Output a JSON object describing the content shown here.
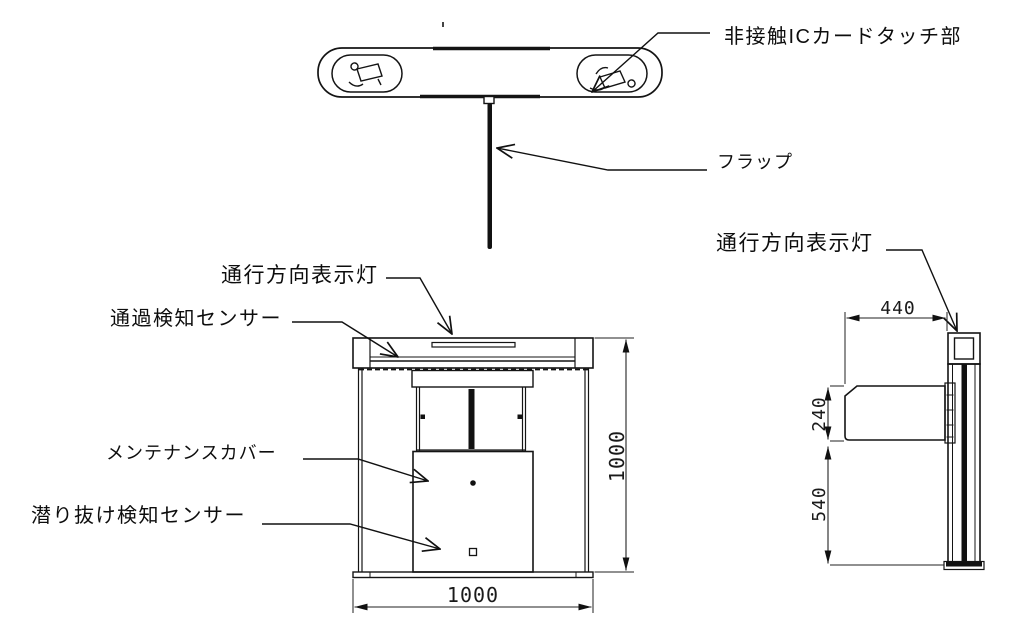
{
  "top_view": {
    "labels": {
      "ic_card_touch": "非接触ICカードタッチ部",
      "flap": "フラップ"
    },
    "icons": {
      "left": "hand-with-ic-card-icon",
      "right": "hand-with-ic-card-icon"
    }
  },
  "front_view": {
    "labels": {
      "direction_indicator": "通行方向表示灯",
      "passage_sensor": "通過検知センサー",
      "maintenance_cover": "メンテナンスカバー",
      "crawl_under_sensor": "潜り抜け検知センサー"
    },
    "dimensions": {
      "width_mm": "1000",
      "height_mm": "1000"
    }
  },
  "side_view": {
    "labels": {
      "direction_indicator": "通行方向表示灯"
    },
    "dimensions": {
      "depth_mm": "440",
      "flap_height_mm": "240",
      "lower_body_mm": "540"
    }
  }
}
